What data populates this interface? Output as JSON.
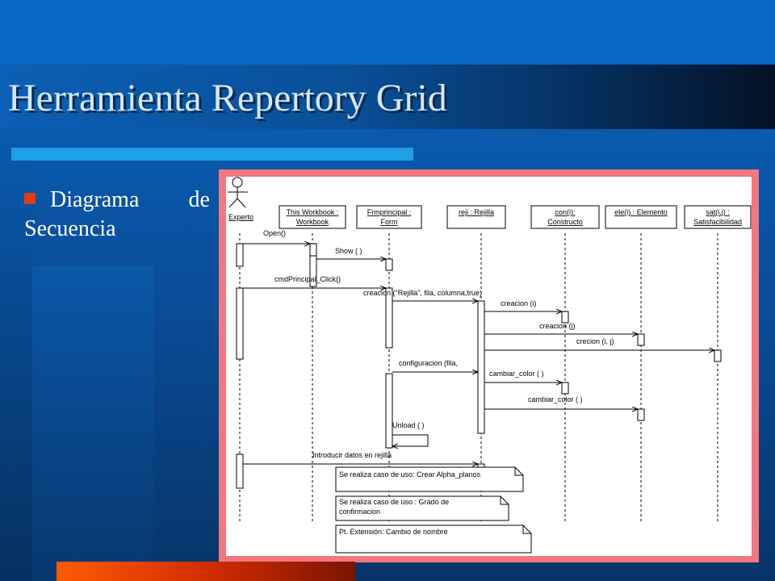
{
  "slide": {
    "title": "Herramienta Repertory Grid",
    "bullet_line1": "Diagrama de",
    "bullet_line2": "Secuencia"
  },
  "colors": {
    "background": "#0a5fb0",
    "title_text": "#d6e6f7",
    "rule": "#1fa0e6",
    "bullet": "#e03a1a",
    "frame": "#f07880",
    "bottom_bar": "#ff5a00"
  },
  "diagram": {
    "actor": "Experto",
    "lifelines": [
      {
        "line1": "This Workbook :",
        "line2": "Workbook"
      },
      {
        "line1": "Frmprincipal :",
        "line2": "Form"
      },
      {
        "line1": "reji : Rejilla",
        "line2": ""
      },
      {
        "line1": "con(i):",
        "line2": "Constructo"
      },
      {
        "line1": "ele(i) : Elemento",
        "line2": ""
      },
      {
        "line1": "sat(i,j) :",
        "line2": "Satisfacibilidad"
      }
    ],
    "messages": [
      "Open()",
      "Show ( )",
      "cmdPrincipal_Click()",
      "creacion (\"Rejilla\", fila, columna,true)",
      "creacion (i)",
      "creacion (j)",
      "crecion (i, j)",
      "configuracion (fila,",
      "cambiar_color ( )",
      "cambiar_color ( )",
      "Unload ( )",
      "Introducir datos en rejilla"
    ],
    "notes": [
      {
        "line1": "Se realiza caso de uso: Crear Alpha_planos",
        "line2": ""
      },
      {
        "line1": "Se realiza caso de uso : Grado de",
        "line2": "confirmacion"
      },
      {
        "line1": "Pt. Extensión: Cambio de nombre",
        "line2": ""
      }
    ]
  }
}
